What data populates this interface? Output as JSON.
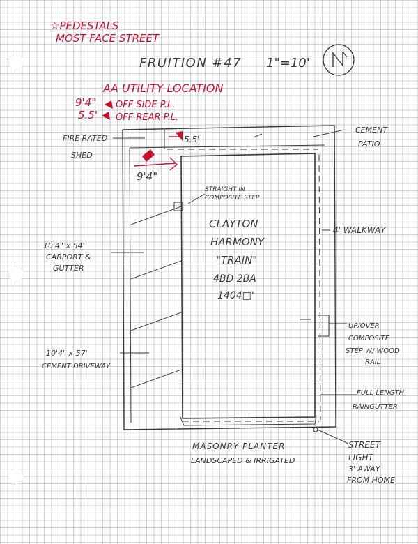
{
  "header": {
    "pedestals_line1": "☆PEDESTALS",
    "pedestals_line2": "MOST FACE STREET",
    "title": "FRUITION #47",
    "scale": "1\"=10'",
    "north": "N"
  },
  "utility": {
    "heading": "AA UTILITY LOCATION",
    "side_dim": "9'4\"",
    "side_text": "OFF SIDE P.L.",
    "rear_dim": "5.5'",
    "rear_text": "OFF REAR P.L."
  },
  "dims": {
    "top_55": "5.5'",
    "left_94": "9'4\""
  },
  "labels": {
    "fire_rated_line1": "FIRE RATED",
    "fire_rated_line2": "SHED",
    "cement_patio_line1": "CEMENT",
    "cement_patio_line2": "PATIO",
    "straight_in_line1": "STRAIGHT IN",
    "straight_in_line2": "COMPOSITE STEP",
    "walkway": "4' WALKWAY",
    "carport_line1": "10'4\" x 54'",
    "carport_line2": "CARPORT &",
    "carport_line3": "GUTTER",
    "driveway_line1": "10'4\" x 57'",
    "driveway_line2": "CEMENT DRIVEWAY",
    "upover_line1": "UP/OVER",
    "upover_line2": "COMPOSITE",
    "upover_line3": "STEP W/ WOOD",
    "upover_line4": "RAIL",
    "raingutter_line1": "FULL LENGTH",
    "raingutter_line2": "RAINGUTTER",
    "planter_line1": "MASONRY PLANTER",
    "planter_line2": "LANDSCAPED & IRRIGATED",
    "streetlight_line1": "STREET",
    "streetlight_line2": "LIGHT",
    "streetlight_line3": "3' AWAY",
    "streetlight_line4": "FROM HOME"
  },
  "home": {
    "line1": "CLAYTON",
    "line2": "HARMONY",
    "line3": "\"TRAIN\"",
    "line4": "4BD 2BA",
    "line5": "1404□'"
  },
  "colors": {
    "pencil": "#3a3a3a",
    "red_ink": "#c8102e"
  }
}
